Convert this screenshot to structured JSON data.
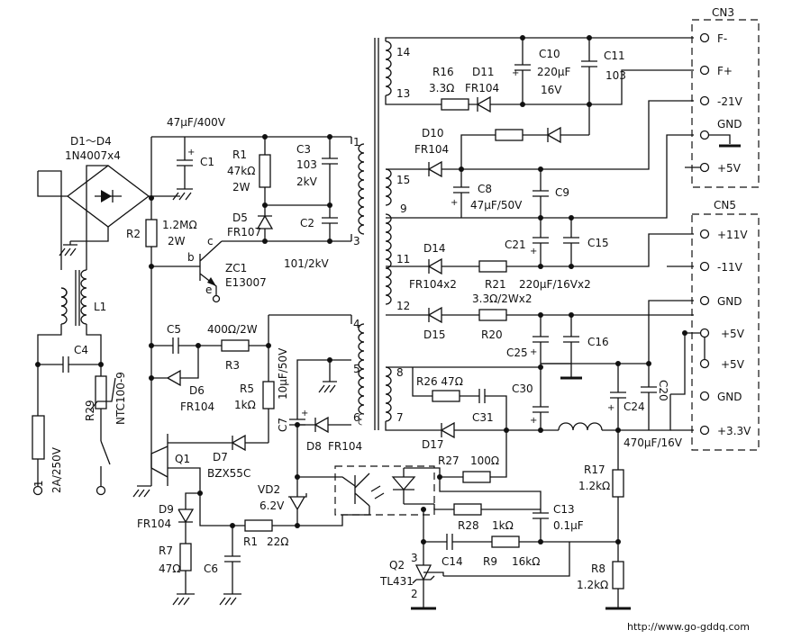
{
  "connectors": {
    "cn3": {
      "title": "CN3",
      "pins": [
        "F-",
        "F+",
        "-21V",
        "GND",
        "+5V"
      ]
    },
    "cn5": {
      "title": "CN5",
      "pins": [
        "+11V",
        "-11V",
        "GND",
        "+5V",
        "+5V",
        "GND",
        "+3.3V"
      ]
    }
  },
  "transformer_pins": [
    "14",
    "13",
    "15",
    "9",
    "11",
    "12",
    "8",
    "7",
    "1",
    "3",
    "4",
    "5",
    "6"
  ],
  "labels": {
    "bridge": "D1～D4",
    "bridge_type": "1N4007x4",
    "f1": "F1",
    "f1_value": "2A/250V",
    "r29": "R29",
    "r29_value": "NTC100-9",
    "c4": "C4",
    "l1": "L1",
    "cap_rating": "47μF/400V",
    "c1": "C1",
    "r1": "R1",
    "r1_value": "47kΩ",
    "r1_power": "2W",
    "c3": "C3",
    "c3_value": "103",
    "c3_rating": "2kV",
    "d5": "D5",
    "d5_value": "FR107",
    "c2": "C2",
    "c2_value": "101/2kV",
    "r2": "R2",
    "r2_value": "1.2MΩ",
    "r2_power": "2W",
    "zc1": "ZC1",
    "zc1_value": "E13007",
    "pin_b": "b",
    "pin_c": "c",
    "pin_e": "e",
    "c5": "C5",
    "r3_value": "400Ω/2W",
    "r3": "R3",
    "d6": "D6",
    "d6_value": "FR104",
    "r5": "R5",
    "r5_value": "1kΩ",
    "c7": "C7",
    "c7_value": "10μF/50V",
    "d8": "D8",
    "d8_value": "FR104",
    "q1": "Q1",
    "d7": "D7",
    "d7_value": "BZX55C",
    "d9": "D9",
    "d9_value": "FR104",
    "r7": "R7",
    "r7_value": "47Ω",
    "c6": "C6",
    "r1b": "R1",
    "r1b_value": "22Ω",
    "vd2": "VD2",
    "vd2_value": "6.2V",
    "r16": "R16",
    "r16_value": "3.3Ω",
    "d11": "D11",
    "d11_value": "FR104",
    "c10": "C10",
    "c10_value": "220μF",
    "c10_rating": "16V",
    "c11": "C11",
    "c11_value": "103",
    "d10": "D10",
    "d10_value": "FR104",
    "c8": "C8",
    "c8_value": "47μF/50V",
    "c9": "C9",
    "d14": "D14",
    "d14_value": "FR104x2",
    "r21": "R21",
    "r21_value": "3.3Ω/2Wx2",
    "c21": "C21",
    "c21_value": "220μF/16Vx2",
    "c15": "C15",
    "d15": "D15",
    "r20": "R20",
    "c25": "C25",
    "c16": "C16",
    "r26_value": "R26 47Ω",
    "c30": "C30",
    "c31": "C31",
    "d17": "D17",
    "c24": "C24",
    "c20": "C20",
    "c24_value": "470μF/16V",
    "r27": "R27",
    "r27_value": "100Ω",
    "c13": "C13",
    "c13_value": "0.1μF",
    "r28": "R28",
    "r28_value": "1kΩ",
    "r9": "R9",
    "r9_value": "16kΩ",
    "c14": "C14",
    "q2": "Q2",
    "q2_value": "TL431",
    "r17": "R17",
    "r17_value": "1.2kΩ",
    "r8": "R8",
    "r8_value": "1.2kΩ",
    "pin3": "3",
    "pin2": "2"
  },
  "watermark": "http://www.go-gddq.com"
}
